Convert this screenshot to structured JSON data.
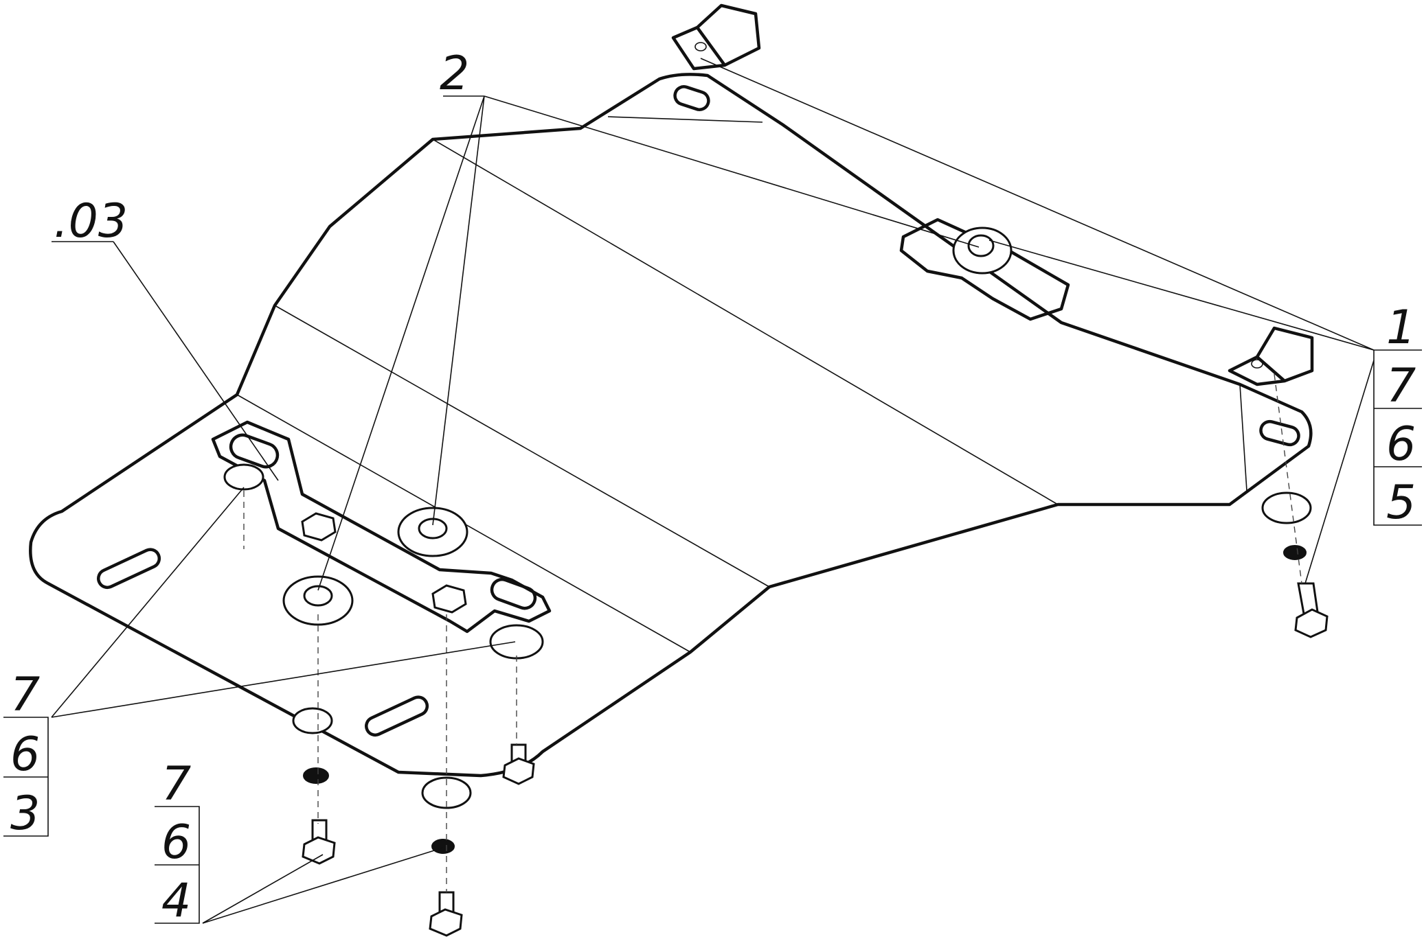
{
  "labels": {
    "callout_2": "2",
    "callout_03": ".03",
    "right_stack": [
      "1",
      "7",
      "6",
      "5"
    ],
    "left_stack": [
      "7",
      "6",
      "3"
    ],
    "bottom_stack": [
      "7",
      "6",
      "4"
    ]
  }
}
